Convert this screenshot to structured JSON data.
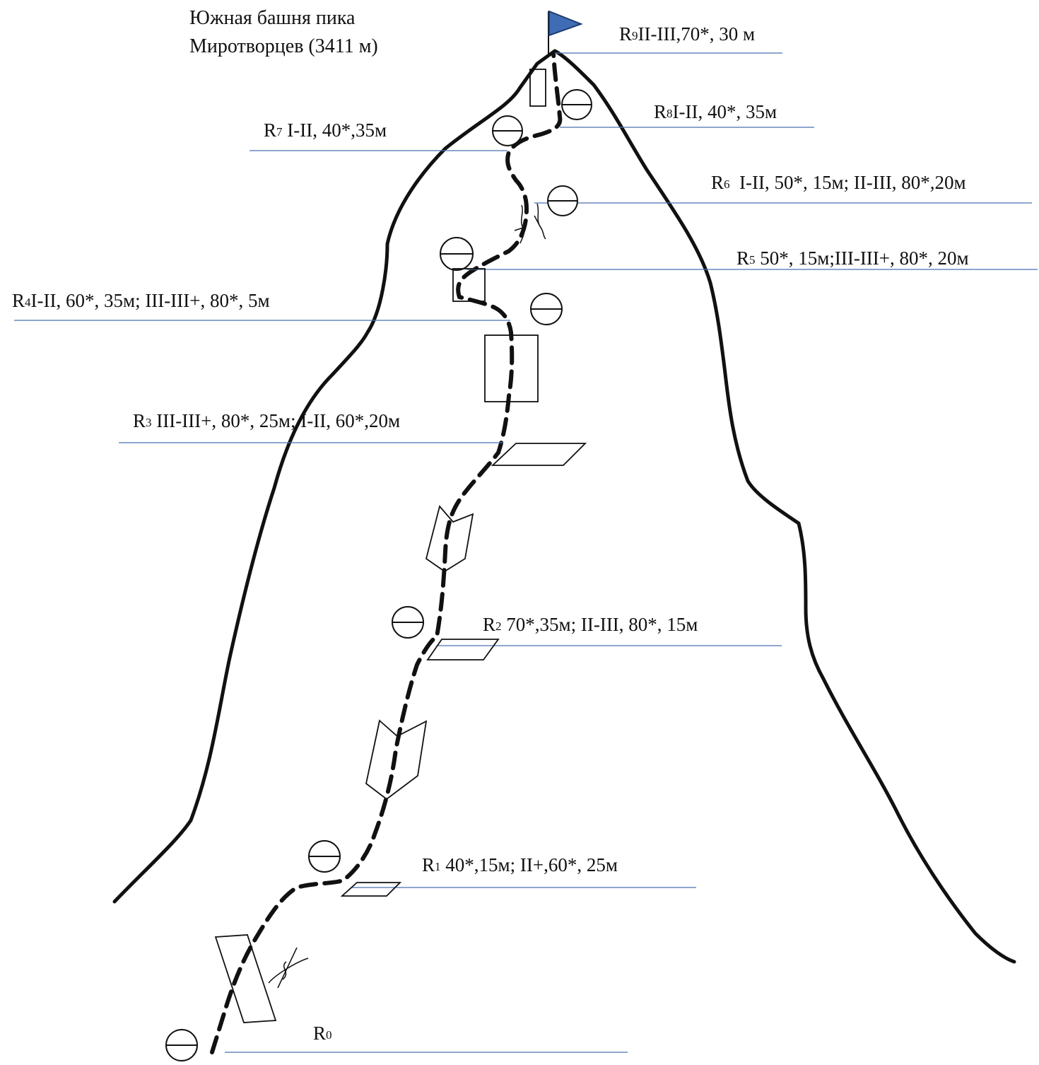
{
  "summit": {
    "line1": "Южная башня пика",
    "line2": "Миротворцев (3411 м)"
  },
  "colors": {
    "ink": "#111111",
    "leader_line": "#4a72b0",
    "flag": "#3f6db5"
  },
  "pitches": [
    {
      "id": "R0",
      "letter": "R",
      "num": "0",
      "text": ""
    },
    {
      "id": "R1",
      "letter": "R",
      "num": "1",
      "text": " 40*,15м; II+,60*, 25м"
    },
    {
      "id": "R2",
      "letter": "R",
      "num": "2",
      "text": " 70*,35м; II-III, 80*, 15м"
    },
    {
      "id": "R3",
      "letter": "R",
      "num": "3",
      "text": " III-III+, 80*, 25м; I-II, 60*,20м"
    },
    {
      "id": "R4",
      "letter": "R",
      "num": "4",
      "text": "I-II, 60*, 35м; III-III+, 80*, 5м"
    },
    {
      "id": "R5",
      "letter": "R",
      "num": "5",
      "text": " 50*, 15м;III-III+, 80*, 20м"
    },
    {
      "id": "R6",
      "letter": "R",
      "num": "6",
      "text": "  I-II, 50*, 15м; II-III, 80*,20м"
    },
    {
      "id": "R7",
      "letter": "R",
      "num": "7",
      "text": " I-II, 40*,35м"
    },
    {
      "id": "R8",
      "letter": "R",
      "num": "8",
      "text": "I-II, 40*, 35м"
    },
    {
      "id": "R9",
      "letter": "R",
      "num": "9",
      "text": "II-III,70*, 30 м"
    }
  ],
  "icons": {
    "summit_flag": "flag-icon",
    "belay_station": "circle-minus-icon",
    "wall_section": "rectangle-icon",
    "slab_section": "parallelogram-icon",
    "chimney_section": "chevron-wall-icon",
    "crack": "crack-icon"
  }
}
